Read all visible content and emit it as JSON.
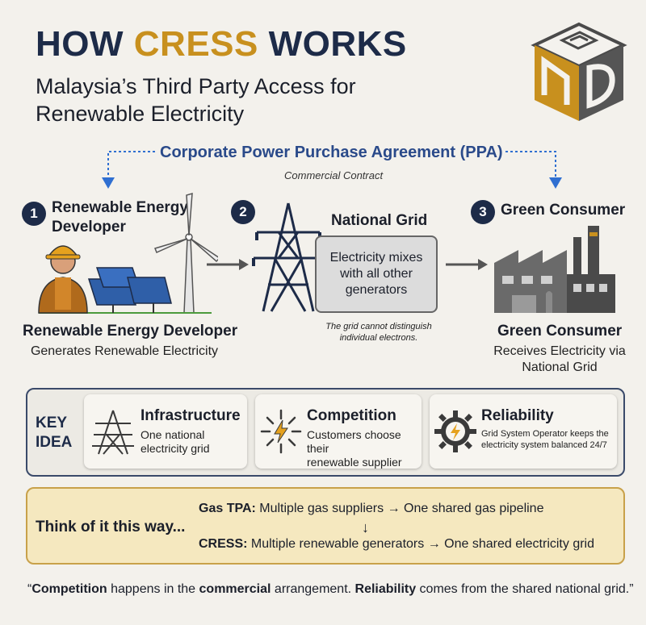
{
  "header": {
    "title_part1": "HOW ",
    "title_highlight": "CRESS",
    "title_part2": " WORKS",
    "subtitle_line1": "Malaysia’s Third Party Access for",
    "subtitle_line2": "Renewable Electricity"
  },
  "logo": {
    "letters": "N D",
    "colors": [
      "#c8901e",
      "#4a4a4a"
    ]
  },
  "contract": {
    "label": "Corporate Power Purchase Agreement (PPA)",
    "sub": "Commercial Contract"
  },
  "steps": [
    {
      "num": "1",
      "label_line1": "Renewable Energy",
      "label_line2": "Developer",
      "caption_title": "Renewable Energy Developer",
      "caption_sub": "Generates Renewable Electricity"
    },
    {
      "num": "2",
      "label_line1": "National Grid",
      "box_line1": "Electricity mixes",
      "box_line2": "with all other",
      "box_line3": "generators",
      "note_line1": "The grid cannot distinguish",
      "note_line2": "individual electrons."
    },
    {
      "num": "3",
      "label_line1": "Green Consumer",
      "caption_title": "Green Consumer",
      "caption_sub_line1": "Receives Electricity via",
      "caption_sub_line2": "National Grid"
    }
  ],
  "key_idea": {
    "label_line1": "KEY",
    "label_line2": "IDEA",
    "cards": [
      {
        "title": "Infrastructure",
        "sub_line1": "One national",
        "sub_line2": "electricity grid",
        "icon": "transmission-tower-icon"
      },
      {
        "title": "Competition",
        "sub_line1": "Customers choose their",
        "sub_line2": "renewable supplier",
        "icon": "lightning-burst-icon"
      },
      {
        "title": "Reliability",
        "sub_line1": "Grid System Operator keeps the",
        "sub_line2": "electricity system balanced 24/7",
        "icon": "gear-lightning-icon"
      }
    ]
  },
  "think": {
    "label": "Think of it this way...",
    "gas_bold": "Gas TPA:",
    "gas_text": " Multiple gas suppliers → One shared gas pipeline",
    "arrow": "↓",
    "cress_bold": "CRESS:",
    "cress_text": " Multiple renewable generators → One shared electricity grid"
  },
  "quote": {
    "open": "“",
    "bold1": "Competition",
    "t1": " happens in the ",
    "bold2": "commercial",
    "t2": " arrangement. ",
    "bold3": "Reliability",
    "t3": " comes from the shared national grid.”"
  },
  "colors": {
    "navy": "#1d2b48",
    "gold": "#c8901e",
    "blue_dots": "#2f6fd1",
    "box_yellow": "#f5e8bf"
  }
}
